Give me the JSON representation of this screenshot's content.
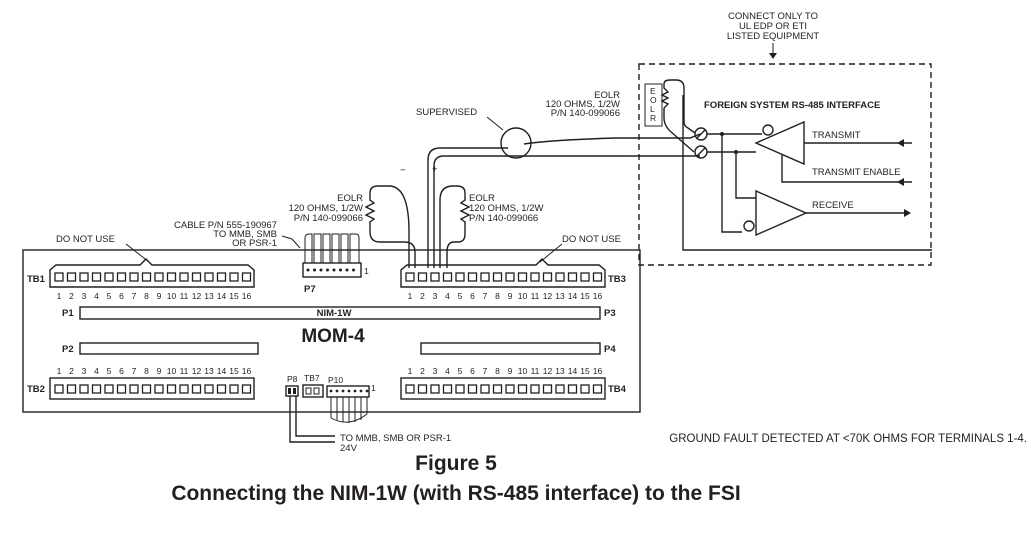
{
  "caption": {
    "figure": "Figure 5",
    "title": "Connecting the NIM-1W (with RS-485 interface) to the FSI"
  },
  "board": {
    "name": "MOM-4",
    "module_label": "NIM-1W",
    "blocks": {
      "tb1": "TB1",
      "tb2": "TB2",
      "tb3": "TB3",
      "tb4": "TB4"
    },
    "connectors": {
      "p1": "P1",
      "p2": "P2",
      "p3": "P3",
      "p4": "P4",
      "p7": "P7",
      "p8": "P8",
      "p10": "P10",
      "tb7": "TB7"
    },
    "p7_pin_one": "1",
    "p10_pin_one": "1",
    "terminal_numbers": [
      "1",
      "2",
      "3",
      "4",
      "5",
      "6",
      "7",
      "8",
      "9",
      "10",
      "11",
      "12",
      "13",
      "14",
      "15",
      "16"
    ],
    "do_not_use_left": "DO NOT USE",
    "do_not_use_right": "DO NOT USE"
  },
  "notes": {
    "cable": [
      "CABLE P/N 555-190967",
      "TO MMB, SMB",
      "OR PSR-1"
    ],
    "power": [
      "TO MMB, SMB OR PSR-1",
      "24V"
    ],
    "ground_fault": "GROUND FAULT DETECTED AT <70K OHMS FOR TERMINALS 1-4."
  },
  "eolr": {
    "left": [
      "EOLR",
      "120 OHMS, 1/2W",
      "P/N 140-099066"
    ],
    "right": [
      "EOLR",
      "120 OHMS, 1/2W",
      "P/N 140-099066"
    ],
    "top": [
      "EOLR",
      "120 OHMS, 1/2W",
      "P/N 140-099066"
    ],
    "vertical": [
      "E",
      "O",
      "L",
      "R"
    ]
  },
  "wiring": {
    "supervised": "SUPERVISED",
    "minus": "−",
    "plus": "+"
  },
  "fsi": {
    "connect_note": [
      "CONNECT ONLY TO",
      "UL EDP OR ETI",
      "LISTED EQUIPMENT"
    ],
    "title": "FOREIGN SYSTEM RS-485 INTERFACE",
    "transmit": "TRANSMIT",
    "transmit_enable": "TRANSMIT ENABLE",
    "receive": "RECEIVE"
  }
}
